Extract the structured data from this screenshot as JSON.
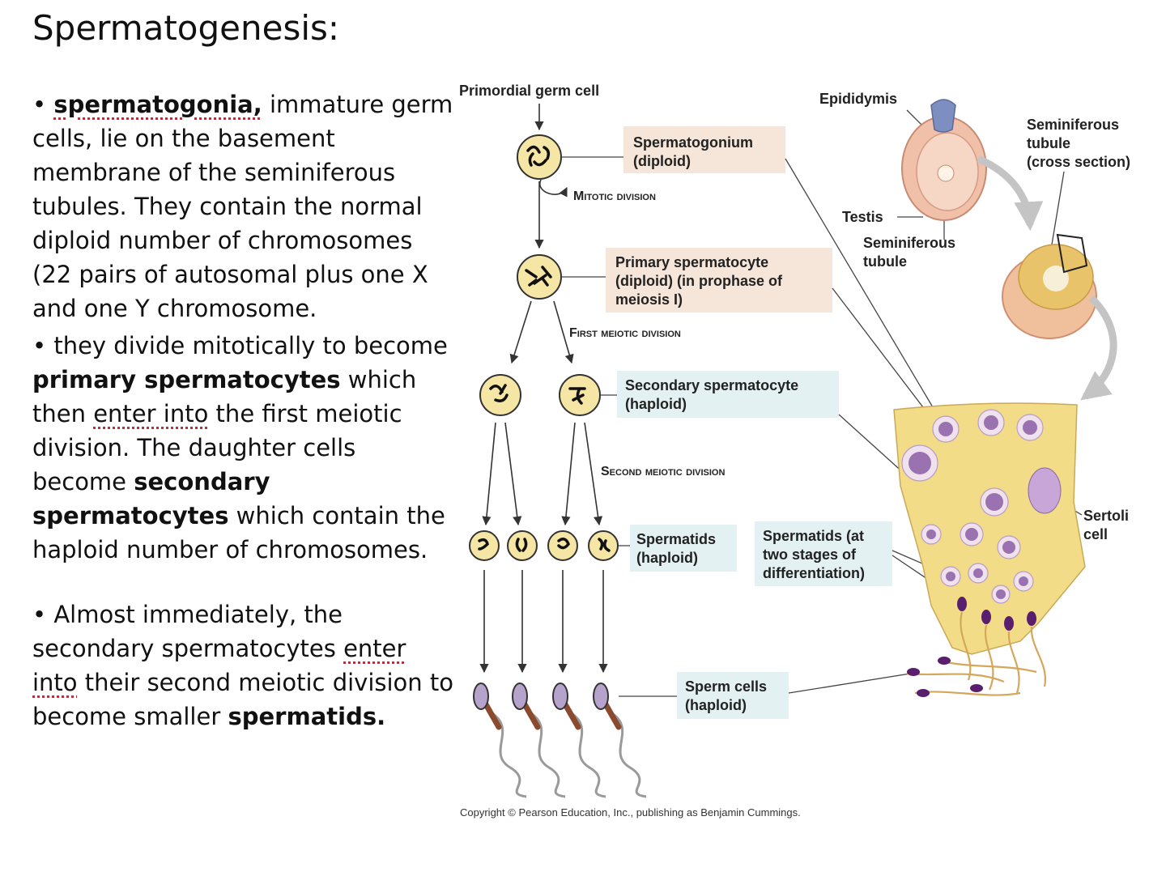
{
  "slide": {
    "title": "Spermatogenesis:",
    "bullet1": {
      "term": "spermatogonia,",
      "text": " immature germ cells, lie on the basement membrane of the seminiferous tubules. They contain the normal diploid number of chromosomes (22 pairs of autosomal plus one X and one Y chromosome."
    },
    "bullet2": {
      "p1": " they divide mitotically to become ",
      "b1": "primary spermatocytes",
      "p2": " which then ",
      "u1": "enter into",
      "p3": " the first meiotic division. The daughter cells become ",
      "b2": "secondary spermatocytes",
      "p4": " which contain the haploid number of chromosomes."
    },
    "bullet3": {
      "p1": " Almost immediately, the secondary spermatocytes ",
      "u1": "enter into",
      "p2": " their second meiotic division to become smaller ",
      "b1": "spermatids."
    }
  },
  "diagram": {
    "primordial": "Primordial germ cell",
    "spermatogonium": [
      "Spermatogonium",
      "(diploid)"
    ],
    "mitotic": "Mitotic division",
    "primary": [
      "Primary spermatocyte",
      "(diploid) (in prophase of",
      "meiosis I)"
    ],
    "first_meiotic": "First meiotic division",
    "secondary": [
      "Secondary spermatocyte",
      "(haploid)"
    ],
    "second_meiotic": "Second meiotic division",
    "spermatids": [
      "Spermatids",
      "(haploid)"
    ],
    "spermatids_stages": [
      "Spermatids (at",
      "two stages of",
      "differentiation)"
    ],
    "sperm": [
      "Sperm cells",
      "(haploid)"
    ],
    "epididymis": "Epididymis",
    "tubule_cross": [
      "Seminiferous",
      "tubule",
      "(cross section)"
    ],
    "testis": "Testis",
    "sem_tubule": [
      "Seminiferous",
      "tubule"
    ],
    "sertoli": [
      "Sertoli",
      "cell"
    ],
    "copyright": "Copyright © Pearson Education, Inc., publishing as Benjamin Cummings."
  },
  "colors": {
    "cell_fill": "#f6e6a6",
    "label_box_tan": "#f6e6da",
    "label_box_blue": "#e4f1f3",
    "tissue": "#f3dc88",
    "nucleus": "#9a72b0",
    "sperm_head": "#b6a3cc",
    "sperm_mid": "#8a4a2e"
  }
}
